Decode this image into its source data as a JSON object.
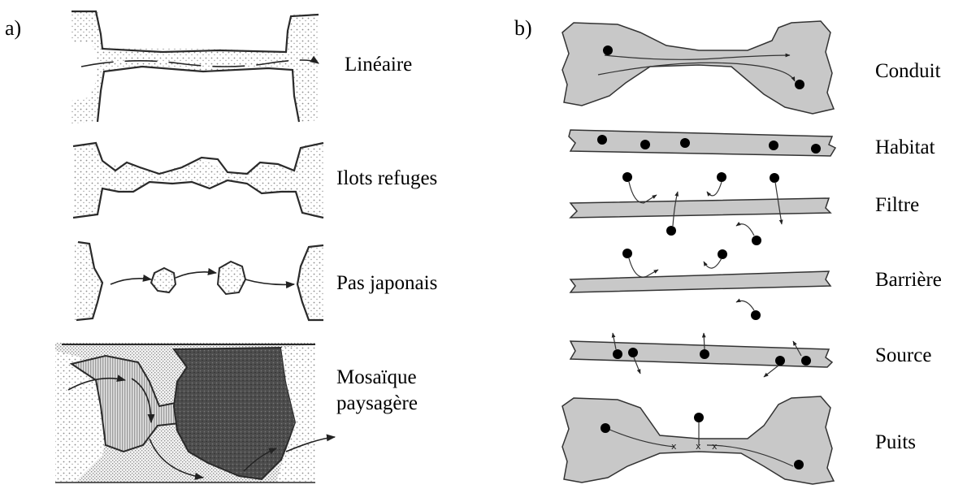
{
  "panel_a": {
    "letter": "a)",
    "labels": [
      "Linéaire",
      "Ilots refuges",
      "Pas japonais",
      "Mosaïque",
      "paysagère"
    ]
  },
  "panel_b": {
    "letter": "b)",
    "labels": [
      "Conduit",
      "Habitat",
      "Filtre",
      "Barrière",
      "Source",
      "Puits"
    ]
  },
  "colors": {
    "corridor_fill": "#c8c8c8",
    "outline": "#2a2a2a",
    "dark_patch": "#555555",
    "stipple": "#9a9a9a",
    "individual": "#000000"
  }
}
